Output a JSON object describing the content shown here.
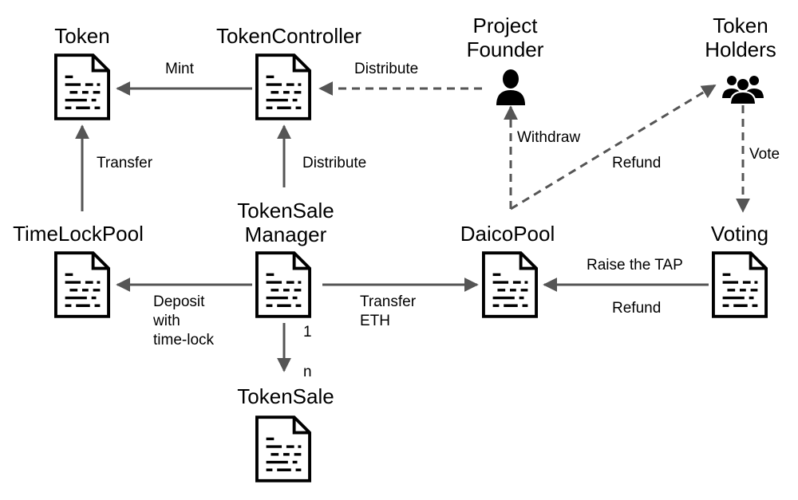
{
  "nodes": {
    "token": {
      "label": "Token",
      "icon": "document-icon"
    },
    "token_controller": {
      "label": "TokenController",
      "icon": "document-icon"
    },
    "project_founder": {
      "label_line1": "Project",
      "label_line2": "Founder",
      "icon": "person-icon"
    },
    "token_holders": {
      "label_line1": "Token",
      "label_line2": "Holders",
      "icon": "group-icon"
    },
    "time_lock_pool": {
      "label": "TimeLockPool",
      "icon": "document-icon"
    },
    "token_sale_manager": {
      "label_line1": "TokenSale",
      "label_line2": "Manager",
      "icon": "document-icon"
    },
    "daico_pool": {
      "label": "DaicoPool",
      "icon": "document-icon"
    },
    "voting": {
      "label": "Voting",
      "icon": "document-icon"
    },
    "token_sale": {
      "label": "TokenSale",
      "icon": "document-icon"
    }
  },
  "edges": {
    "mint": "Mint",
    "distribute_founder": "Distribute",
    "transfer_timelock": "Transfer",
    "distribute_manager": "Distribute",
    "withdraw": "Withdraw",
    "refund_holders": "Refund",
    "vote": "Vote",
    "deposit_line1": "Deposit",
    "deposit_line2": "with",
    "deposit_line3": "time-lock",
    "transfer_eth_line1": "Transfer",
    "transfer_eth_line2": "ETH",
    "raise_tap": "Raise the TAP",
    "refund_voting": "Refund",
    "multiplicity_one": "1",
    "multiplicity_many": "n"
  },
  "colors": {
    "line": "#555555",
    "icon": "#000000"
  }
}
